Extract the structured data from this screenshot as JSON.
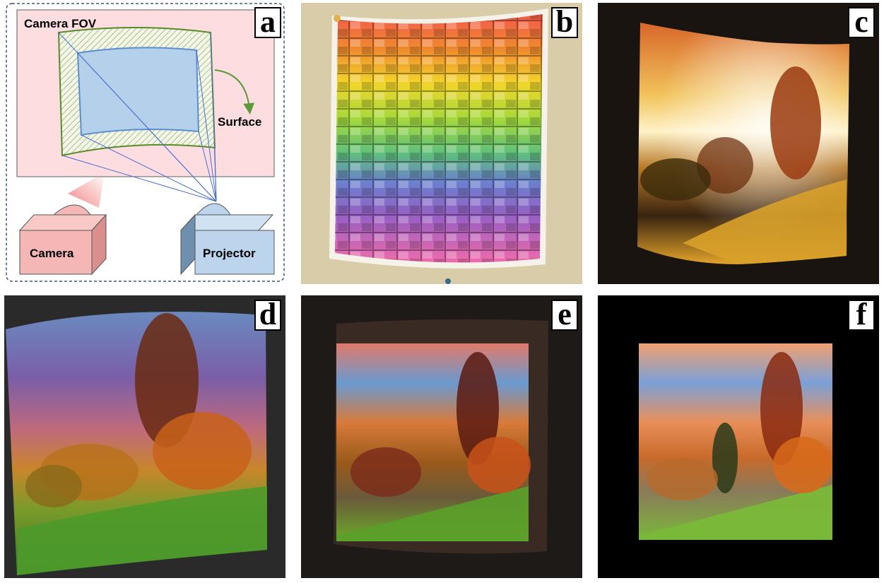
{
  "panels": {
    "a": {
      "letter": "a",
      "fov_label": "Camera FOV",
      "surface_label": "Surface",
      "camera_label": "Camera",
      "projector_label": "Projector"
    },
    "b": {
      "letter": "b"
    },
    "c": {
      "letter": "c"
    },
    "d": {
      "letter": "d"
    },
    "e": {
      "letter": "e"
    },
    "f": {
      "letter": "f"
    }
  },
  "colors": {
    "fov_fill": "#fddde0",
    "fov_border": "#777777",
    "surface_fill": "#b5d0ea",
    "surface_stroke": "#5b8fd1",
    "hatch_green": "#6f9a3a",
    "arrow_green": "#5a9a3a",
    "camera_face": "#f5b7b5",
    "camera_side": "#e19a98",
    "projector_face": "#bcd4ec",
    "projector_side": "#6f8fae",
    "ray_blue": "#4a6fd0",
    "dashed_border": "#40577a"
  }
}
